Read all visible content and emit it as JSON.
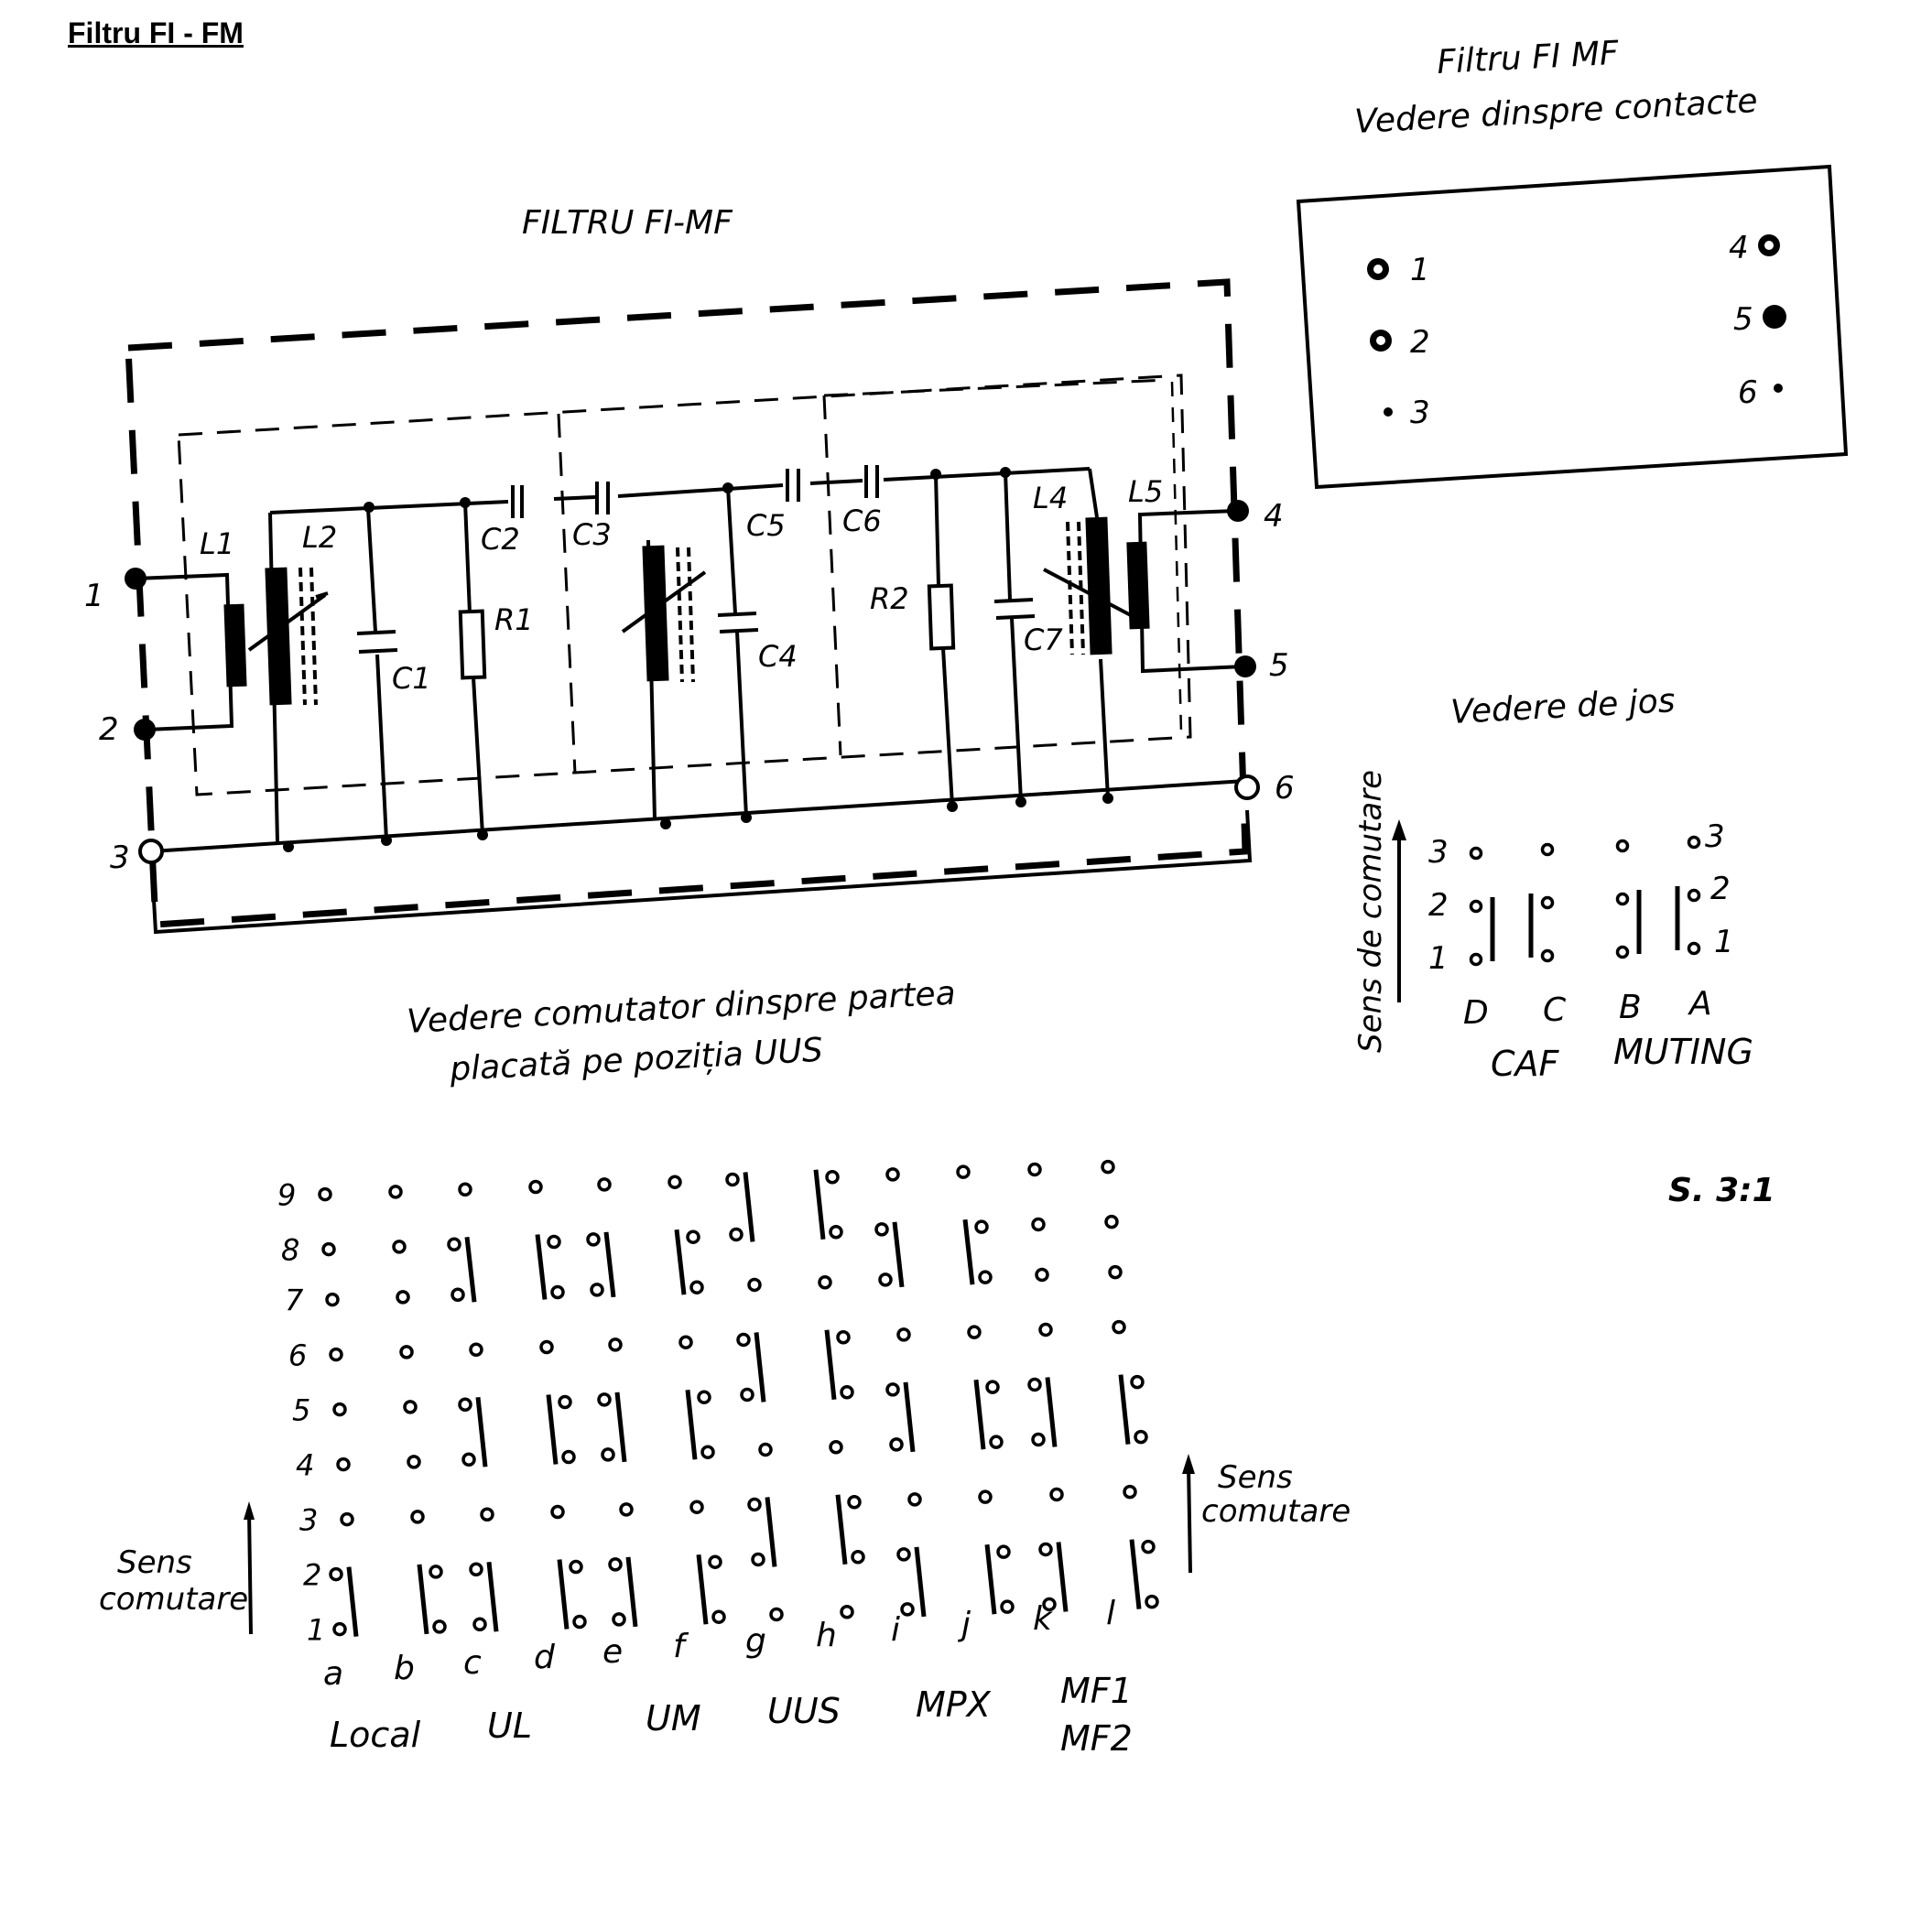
{
  "header": "Filtru   FI - FM",
  "schematic": {
    "title": "FILTRU  FI-MF",
    "pins": [
      "1",
      "2",
      "3",
      "4",
      "5",
      "6"
    ],
    "components": {
      "L1": "L1",
      "L2": "L2",
      "C1": "C1",
      "R1": "R1",
      "C2": "C2",
      "C3": "C3",
      "C4": "C4",
      "C5": "C5",
      "C6": "C6",
      "R2": "R2",
      "C7": "C7",
      "L4": "L4",
      "L5": "L5"
    }
  },
  "contact_view": {
    "title_line1": "Filtru  FI  MF",
    "title_line2": "Vedere dinspre  contacte",
    "pins": [
      "1",
      "2",
      "3",
      "4",
      "5",
      "6"
    ]
  },
  "bottom_view": {
    "title": "Vedere de  jos",
    "direction_label": "Sens de comutare",
    "rows": [
      "3",
      "2",
      "1"
    ],
    "columns": [
      "D",
      "C",
      "B",
      "A"
    ],
    "groups": [
      "CAF",
      "MUTING"
    ]
  },
  "switch_view": {
    "title_line1": "Vedere comutator dinspre partea",
    "title_line2": "placată  pe poziția  UUS",
    "rows": [
      "9",
      "8",
      "7",
      "6",
      "5",
      "4",
      "3",
      "2",
      "1"
    ],
    "columns": [
      "a",
      "b",
      "c",
      "d",
      "e",
      "f",
      "g",
      "h",
      "i",
      "j",
      "k",
      "l"
    ],
    "groups": [
      "Local",
      "UL",
      "UM",
      "UUS",
      "MPX",
      "MF1",
      "MF2"
    ],
    "direction_left_line1": "Sens",
    "direction_left_line2": "comutare",
    "direction_right_line1": "Sens",
    "direction_right_line2": "comutare"
  },
  "figure_label": "S. 3:1"
}
